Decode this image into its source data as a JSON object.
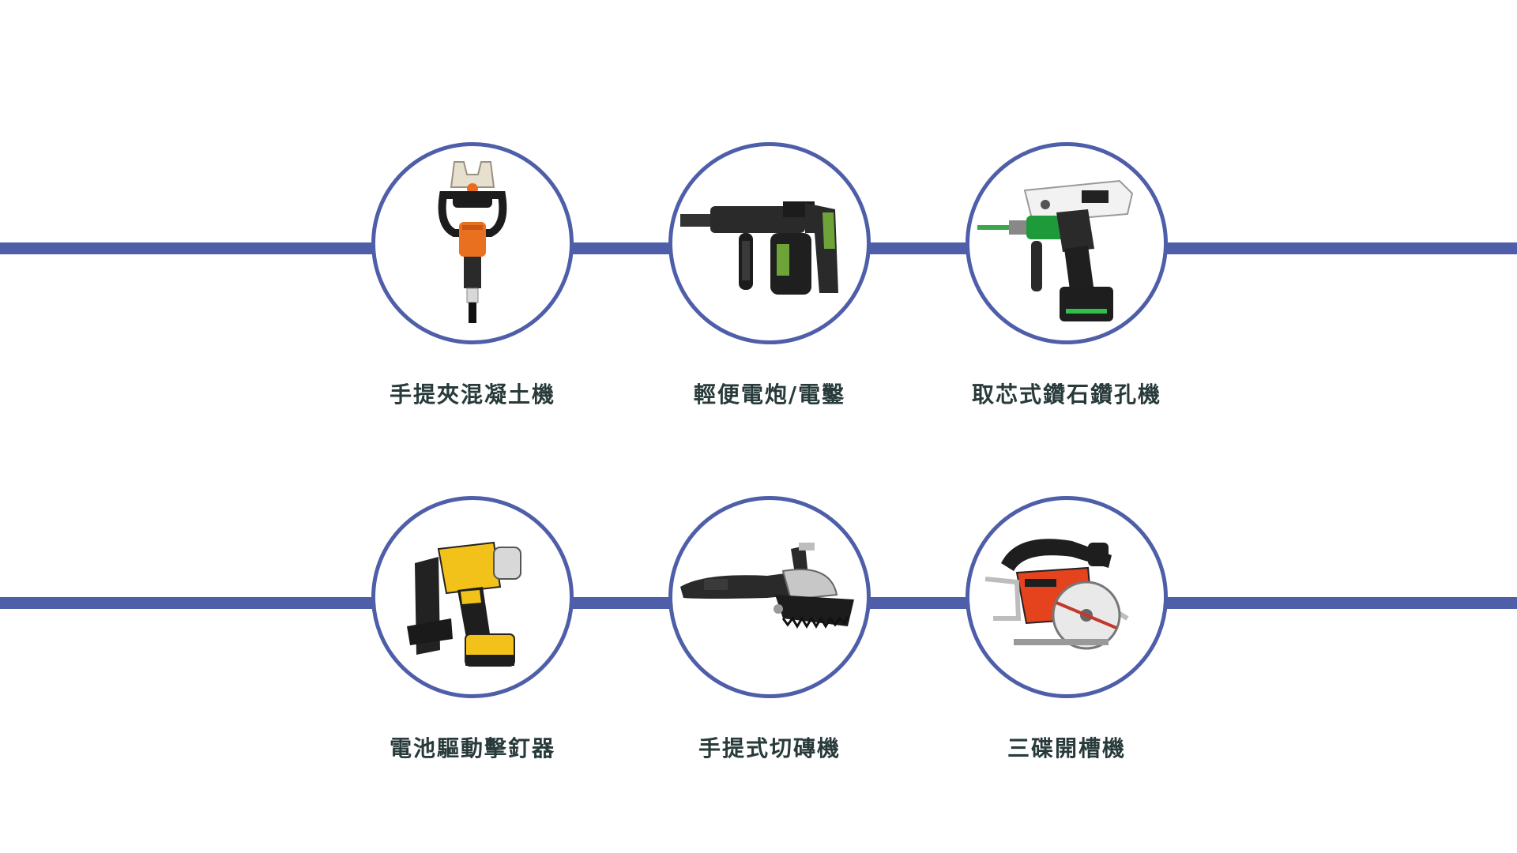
{
  "tools": [
    {
      "label": "手提夾混凝土機",
      "icon": "concrete-crusher-icon"
    },
    {
      "label": "輕便電炮/電鑿",
      "icon": "demolition-hammer-icon"
    },
    {
      "label": "取芯式鑽石鑽孔機",
      "icon": "core-drill-icon"
    },
    {
      "label": "電池驅動擊釘器",
      "icon": "battery-nailer-icon"
    },
    {
      "label": "手提式切磚機",
      "icon": "tile-cutter-icon"
    },
    {
      "label": "三碟開槽機",
      "icon": "wall-chaser-icon"
    }
  ],
  "colors": {
    "accent": "#4e5ea8",
    "text": "#283a3a"
  }
}
